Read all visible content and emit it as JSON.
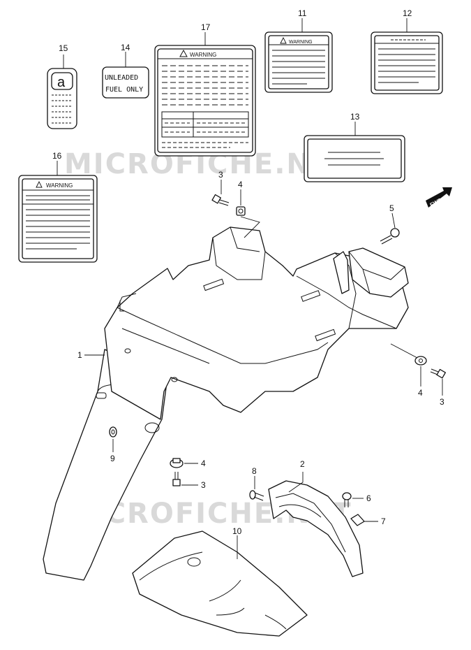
{
  "watermark": "MICROFICHE.NET",
  "callouts": {
    "c1": "1",
    "c2": "2",
    "c3a": "3",
    "c3b": "3",
    "c3c": "3",
    "c4a": "4",
    "c4b": "4",
    "c4c": "4",
    "c5": "5",
    "c6": "6",
    "c7": "7",
    "c8": "8",
    "c9": "9",
    "c10": "10",
    "c11": "11",
    "c12": "12",
    "c13": "13",
    "c14": "14",
    "c15": "15",
    "c16": "16",
    "c17": "17"
  },
  "labels": {
    "warning": "WARNING",
    "unleaded_line1": "UNLEADED",
    "unleaded_line2": "FUEL ONLY",
    "fwd": "FWD",
    "recycle_symbol": "a"
  },
  "icons": [
    "warning-triangle-icon",
    "fwd-arrow-icon"
  ]
}
